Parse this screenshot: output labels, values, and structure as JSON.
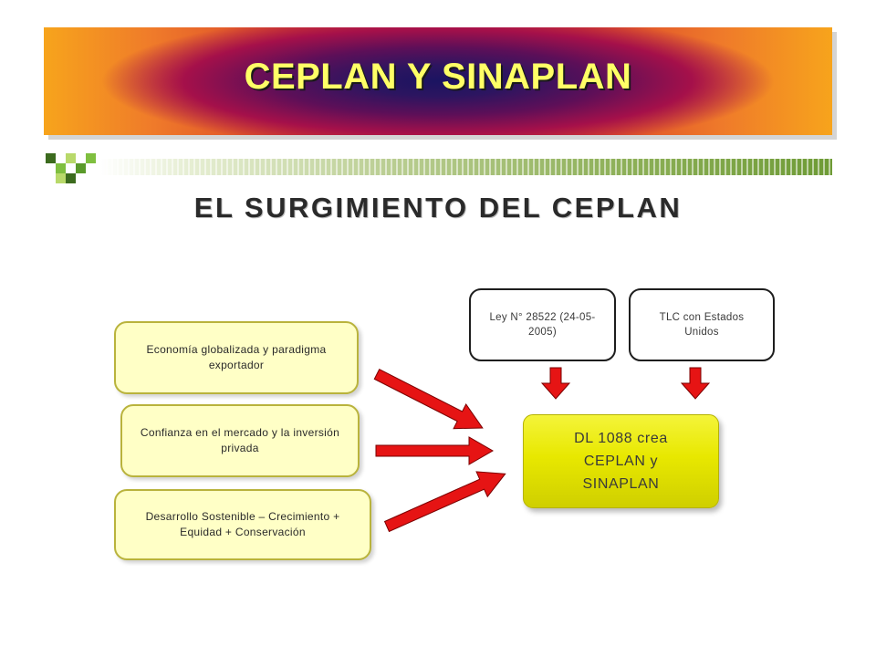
{
  "banner": {
    "title": "CEPLAN Y SINAPLAN"
  },
  "section_title": "EL SURGIMIENTO DEL CEPLAN",
  "factors": [
    "Economía globalizada y paradigma exportador",
    "Confianza en el mercado y la inversión privada",
    "Desarrollo Sostenible – Crecimiento + Equidad + Conservación"
  ],
  "legal": [
    "Ley N° 28522 (24-05-2005)",
    "TLC con Estados Unidos"
  ],
  "result": "DL 1088 crea CEPLAN y SINAPLAN",
  "colors": {
    "factor_fill": "#ffffc6",
    "result_fill": "#e8e800",
    "arrow": "#e61414",
    "banner_title": "#ffff66"
  }
}
